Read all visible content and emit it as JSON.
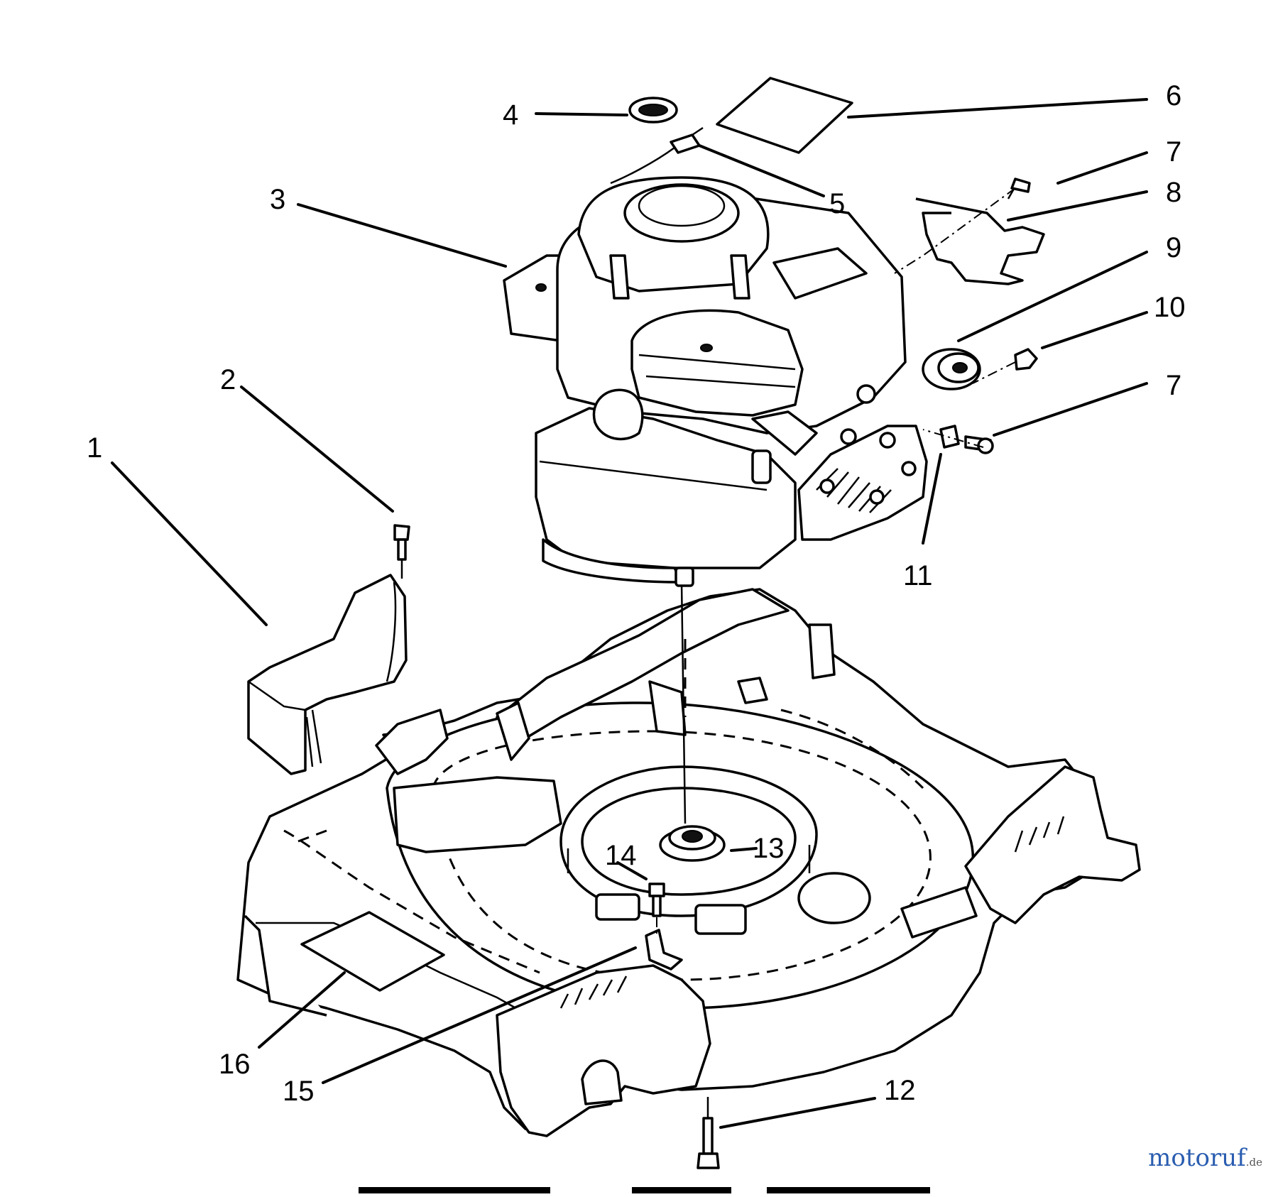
{
  "diagram": {
    "callouts": [
      {
        "id": "1",
        "text": "1"
      },
      {
        "id": "2",
        "text": "2"
      },
      {
        "id": "3",
        "text": "3"
      },
      {
        "id": "4",
        "text": "4"
      },
      {
        "id": "5",
        "text": "5"
      },
      {
        "id": "6",
        "text": "6"
      },
      {
        "id": "7a",
        "text": "7"
      },
      {
        "id": "8",
        "text": "8"
      },
      {
        "id": "9",
        "text": "9"
      },
      {
        "id": "10",
        "text": "10"
      },
      {
        "id": "7b",
        "text": "7"
      },
      {
        "id": "11",
        "text": "11"
      },
      {
        "id": "12",
        "text": "12"
      },
      {
        "id": "13",
        "text": "13"
      },
      {
        "id": "14",
        "text": "14"
      },
      {
        "id": "15",
        "text": "15"
      },
      {
        "id": "16",
        "text": "16"
      }
    ]
  },
  "watermark": {
    "name": "motoruf",
    "tld": ".de",
    "colors": [
      "#2a5db0",
      "#d9a21b",
      "#3b8f3b"
    ]
  }
}
